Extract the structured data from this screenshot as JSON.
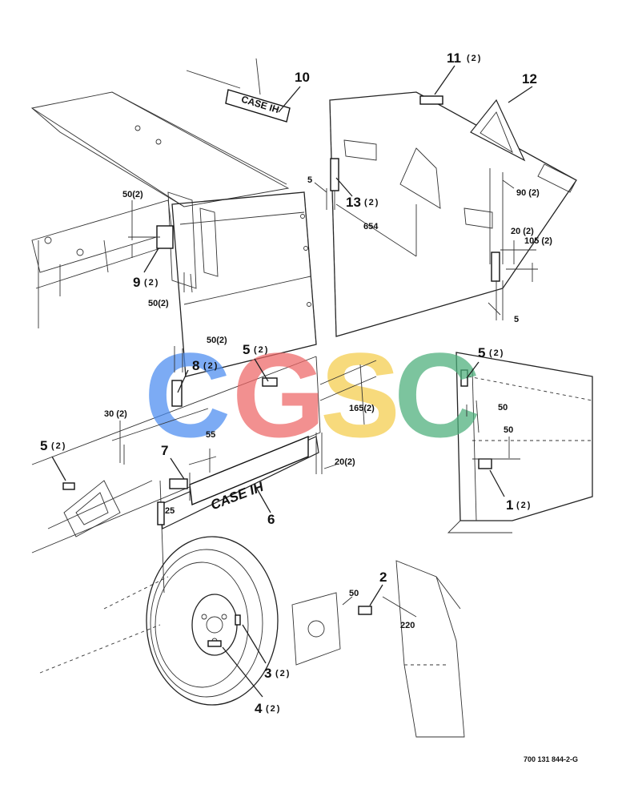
{
  "callouts": [
    {
      "num": "10",
      "qty": ""
    },
    {
      "num": "11",
      "qty": "(2)"
    },
    {
      "num": "12",
      "qty": ""
    },
    {
      "num": "13",
      "qty": "(2)"
    },
    {
      "num": "9",
      "qty": "(2)"
    },
    {
      "num": "8",
      "qty": "(2)"
    },
    {
      "num": "5",
      "qty": "(2)"
    },
    {
      "num": "5",
      "qty": "(2)"
    },
    {
      "num": "5",
      "qty": "(2)"
    },
    {
      "num": "7",
      "qty": ""
    },
    {
      "num": "6",
      "qty": ""
    },
    {
      "num": "1",
      "qty": "(2)"
    },
    {
      "num": "2",
      "qty": ""
    },
    {
      "num": "3",
      "qty": "(2)"
    },
    {
      "num": "4",
      "qty": "(2)"
    }
  ],
  "dimensions": [
    "5",
    "654",
    "90 (2)",
    "20 (2)",
    "105 (2)",
    "5",
    "50(2)",
    "50(2)",
    "50(2)",
    "30 (2)",
    "165(2)",
    "55",
    "25",
    "20(2)",
    "50",
    "50",
    "50",
    "220"
  ],
  "decal_text": "CASE IH",
  "watermark": {
    "letters": [
      "C",
      "G",
      "S",
      "C"
    ],
    "colors": [
      "#4a8cf0",
      "#ee6666",
      "#f5cc4a",
      "#4aae7a"
    ]
  },
  "drawing_number": "700 131 844-2-G",
  "colors": {
    "line": "#222222",
    "background": "#ffffff"
  }
}
